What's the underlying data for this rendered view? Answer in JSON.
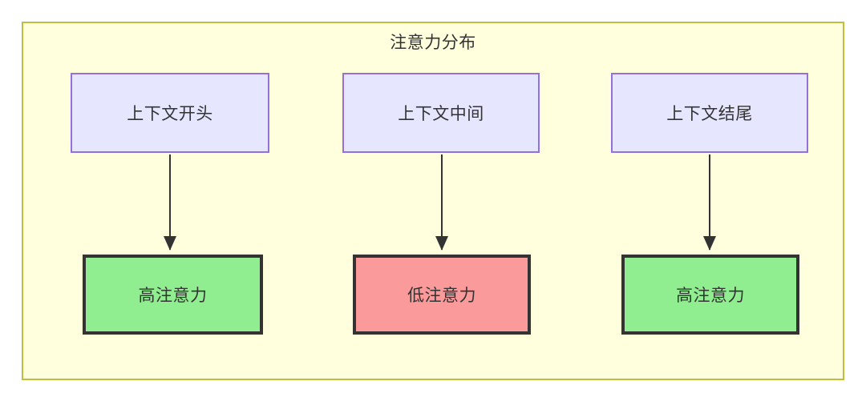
{
  "diagram": {
    "title": "注意力分布",
    "container_fill": "#ffffde",
    "container_stroke": "#bfbf3f",
    "text_color": "#333333",
    "nodes": {
      "context": [
        {
          "id": "ctx-start",
          "label": "上下文开头",
          "fill": "#e6e6ff",
          "stroke": "#9370db"
        },
        {
          "id": "ctx-middle",
          "label": "上下文中间",
          "fill": "#e6e6ff",
          "stroke": "#9370db"
        },
        {
          "id": "ctx-end",
          "label": "上下文结尾",
          "fill": "#e6e6ff",
          "stroke": "#9370db"
        }
      ],
      "attention": [
        {
          "id": "attn-start",
          "label": "高注意力",
          "fill": "#90ee90",
          "stroke": "#333333"
        },
        {
          "id": "attn-middle",
          "label": "低注意力",
          "fill": "#fa9a9a",
          "stroke": "#333333"
        },
        {
          "id": "attn-end",
          "label": "高注意力",
          "fill": "#90ee90",
          "stroke": "#333333"
        }
      ]
    },
    "edges": [
      {
        "from": "上下文开头",
        "to": "高注意力",
        "label": ""
      },
      {
        "from": "上下文中间",
        "to": "低注意力",
        "label": ""
      },
      {
        "from": "上下文结尾",
        "to": "高注意力",
        "label": ""
      }
    ],
    "edge_color": "#333333"
  }
}
